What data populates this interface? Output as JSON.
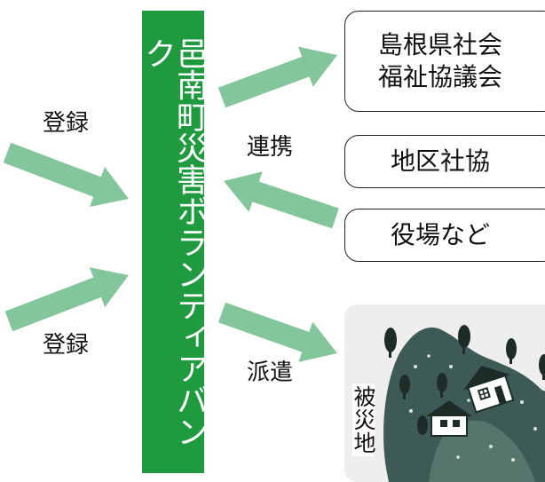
{
  "center_label": "邑南町災害ボランティアバンク",
  "left_labels": {
    "top": "登録",
    "bottom": "登録"
  },
  "middle_labels": {
    "cooperation": "連携",
    "dispatch": "派遣"
  },
  "organizations": [
    "島根県社会\n福祉協議会",
    "地区社協",
    "役場など"
  ],
  "disaster_area_label": "被災地",
  "colors": {
    "bar": "#1f9a3e",
    "arrow": "#84c69b",
    "panel_bg": "#eeeeee",
    "illustration": "#3e5a54"
  }
}
